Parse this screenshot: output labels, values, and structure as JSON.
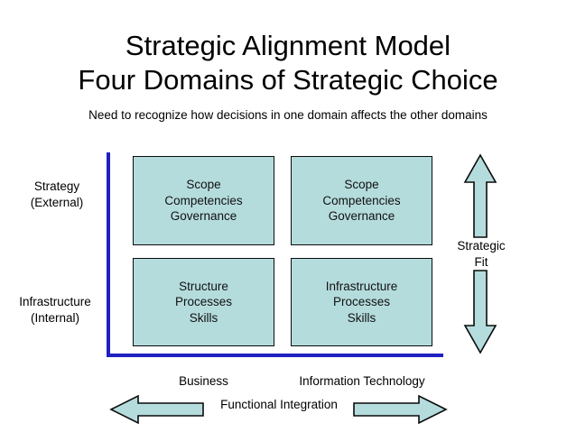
{
  "slide": {
    "title_line_1": "Strategic Alignment Model",
    "title_line_2": "Four Domains of Strategic Choice",
    "subtitle": "Need to recognize how decisions in one domain affects the other domains"
  },
  "colors": {
    "box_fill": "#b5dcdd",
    "box_border": "#0b0b0b",
    "axis": "#2020c0",
    "arrow_fill": "#b5dcdd",
    "arrow_border": "#0b0b0b",
    "text": "#000000",
    "background": "#ffffff"
  },
  "row_labels": [
    {
      "line_1": "Strategy",
      "line_2": "(External)"
    },
    {
      "line_1": "Infrastructure",
      "line_2": "(Internal)"
    }
  ],
  "column_labels": [
    {
      "label": "Business"
    },
    {
      "label": "Information Technology"
    }
  ],
  "quadrants": {
    "top_left": {
      "line_1": "Scope",
      "line_2": "Competencies",
      "line_3": "Governance"
    },
    "top_right": {
      "line_1": "Scope",
      "line_2": "Competencies",
      "line_3": "Governance"
    },
    "bottom_left": {
      "line_1": "Structure",
      "line_2": "Processes",
      "line_3": "Skills"
    },
    "bottom_right": {
      "line_1": "Infrastructure",
      "line_2": "Processes",
      "line_3": "Skills"
    }
  },
  "strategic_fit": {
    "line_1": "Strategic",
    "line_2": "Fit",
    "up_arrow_icon": "arrow-up-icon",
    "down_arrow_icon": "arrow-down-icon"
  },
  "functional_integration": {
    "label": "Functional Integration",
    "left_arrow_icon": "arrow-left-icon",
    "right_arrow_icon": "arrow-right-icon"
  }
}
